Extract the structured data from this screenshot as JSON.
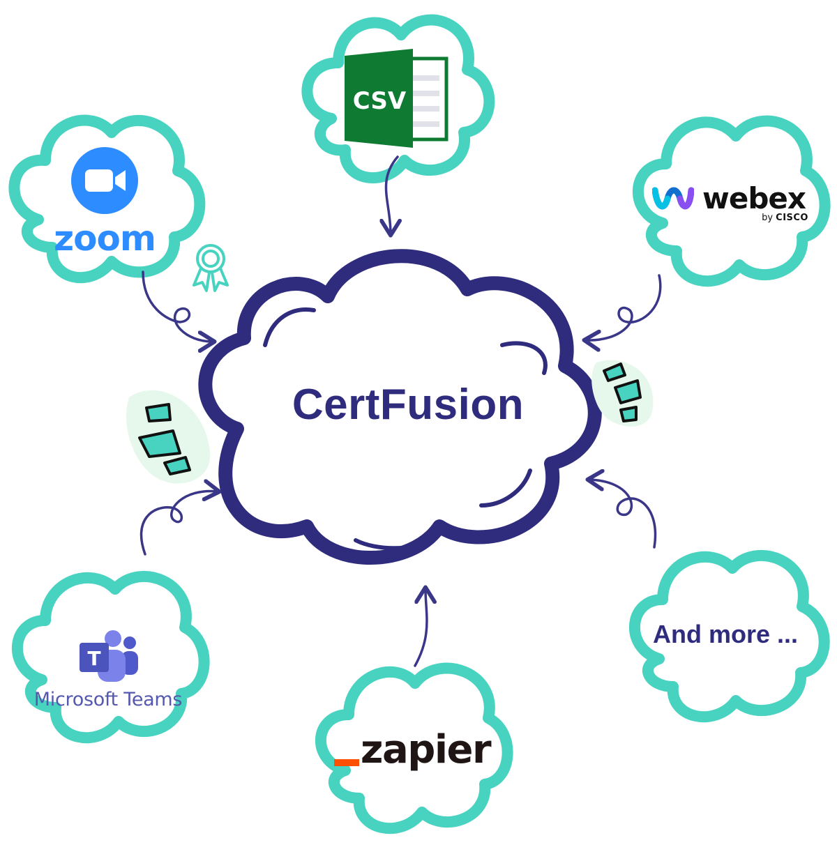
{
  "hub": {
    "title": "CertFusion",
    "icon": "award-ribbon-icon"
  },
  "integrations": {
    "csv": {
      "label": "CSV",
      "icon": "csv-file-icon"
    },
    "zoom": {
      "label": "zoom",
      "icon": "zoom-camera-icon"
    },
    "webex": {
      "label": "webex",
      "by": "by",
      "brand": "CISCO",
      "icon": "webex-logo-icon"
    },
    "teams": {
      "label": "Microsoft Teams",
      "icon": "teams-logo-icon"
    },
    "zapier": {
      "label": "zapier",
      "icon": "zapier-underscore-icon"
    },
    "more": {
      "label": "And more ..."
    }
  },
  "colors": {
    "cloud_outline": "#48d3c1",
    "hub_outline": "#2f2c7e",
    "arrow": "#3a3688",
    "zoom_blue": "#2d8cff",
    "csv_green": "#0f7b32",
    "teams_purple": "#5558af",
    "zapier_orange": "#ff4f00",
    "sparkle_fill": "#48d3c1",
    "sparkle_glow": "#e6f8ec"
  }
}
